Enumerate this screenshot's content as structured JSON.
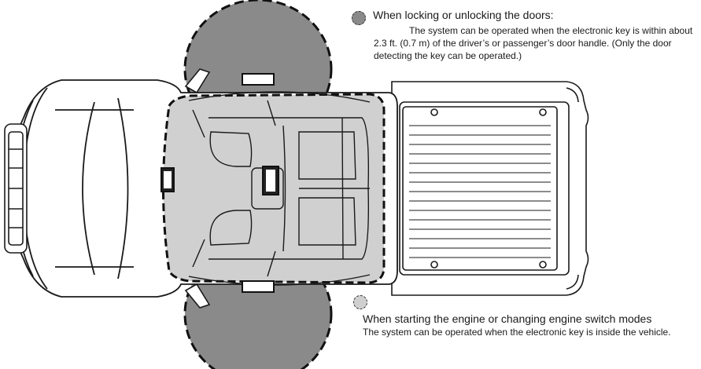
{
  "legend": {
    "door_zone": {
      "heading": "When locking or unlocking the doors:",
      "body": "The system can be operated when the electronic key is within about 2.3 ft. (0.7 m) of the driver’s or passenger’s door handle. (Only the door detecting the key can be operated.)",
      "color": "#8a8a8a"
    },
    "cabin_zone": {
      "heading": "When starting the engine or changing engine switch modes",
      "body": "The system can be operated when the electronic key is inside the vehicle.",
      "color": "#cfcfcf"
    }
  },
  "colors": {
    "outline": "#1a1a1a",
    "door_range": "#8a8a8a",
    "cabin_range": "#d0d0d0",
    "body": "#ffffff"
  }
}
